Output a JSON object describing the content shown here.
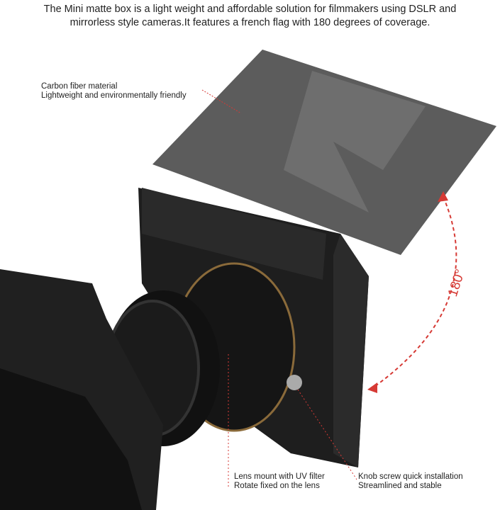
{
  "headline": {
    "line1": "The Mini matte box is a light weight and affordable solution for filmmakers using DSLR and",
    "line2": "mirrorless style cameras.It features a french flag with 180 degrees of coverage."
  },
  "callouts": {
    "flag": {
      "line1": "Carbon fiber material",
      "line2": "Lightweight and environmentally friendly"
    },
    "lens_mount": {
      "line1": "Lens mount with UV filter",
      "line2": "Rotate fixed on the lens"
    },
    "knob": {
      "line1": "Knob screw quick installation",
      "line2": "Streamlined and stable"
    }
  },
  "rotation_label": "180°",
  "colors": {
    "accent": "#d63a35",
    "product": "#1e1e1e",
    "flag": "#5a5a5a"
  }
}
